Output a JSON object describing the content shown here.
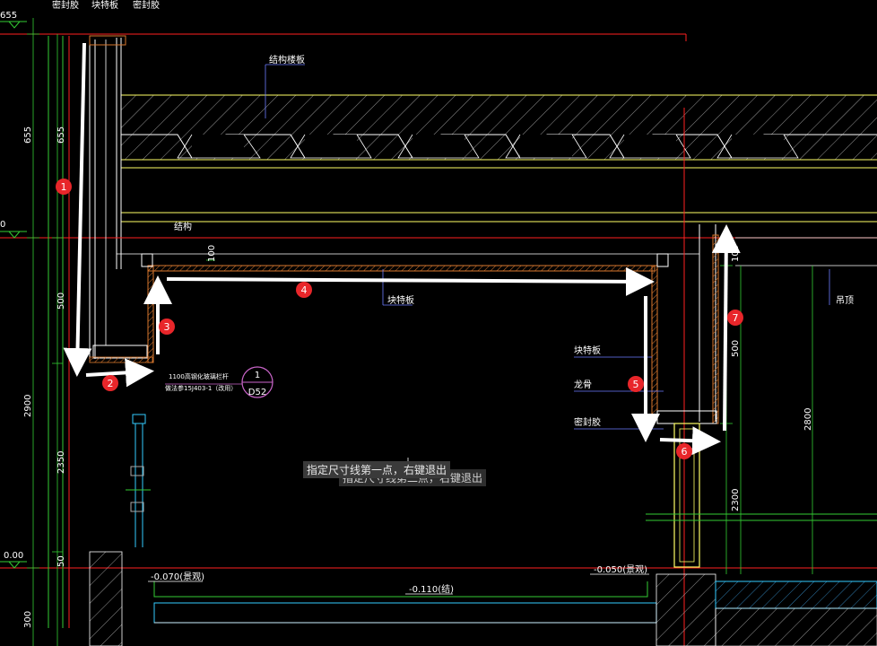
{
  "top_labels": {
    "seal_left": "密封胶",
    "block_board": "块特板",
    "seal_right": "密封胶"
  },
  "annotations": {
    "structural_slab": "结构楼板",
    "structure": "结构",
    "block_board_mid": "块特板",
    "ceiling": "吊顶",
    "right_block": "块特板",
    "keel": "龙骨",
    "right_seal": "密封胶",
    "note_line1": "1100高钢化玻璃栏杆",
    "note_line2": "做法参15J403-1（改用）",
    "detail_num": "1",
    "detail_ref": "D52"
  },
  "dimensions": {
    "left_outer": [
      "655",
      "2900",
      "300"
    ],
    "left_inner": [
      "655",
      "500",
      "2350",
      "50"
    ],
    "left_levels": [
      "655",
      "0",
      "0.00"
    ],
    "dim_100_top": "100",
    "right_100": "100",
    "right_500": "500",
    "right_2300": "2300",
    "right_2800": "2800"
  },
  "elevations": {
    "left": "-0.070(景观)",
    "mid": "-0.110(结)",
    "right": "-0.050(景观)"
  },
  "command_prompt": "指定尺寸线第一点，右键退出",
  "command_prompt_ghost": "指定尺寸线第二点，右键退出",
  "steps": [
    "1",
    "2",
    "3",
    "4",
    "5",
    "6",
    "7"
  ],
  "colors": {
    "background": "#000000",
    "red": "#ff2020",
    "yellow": "#ffff66",
    "green": "#33cc33",
    "cyan": "#33ccff",
    "marker": "#e8262a"
  }
}
